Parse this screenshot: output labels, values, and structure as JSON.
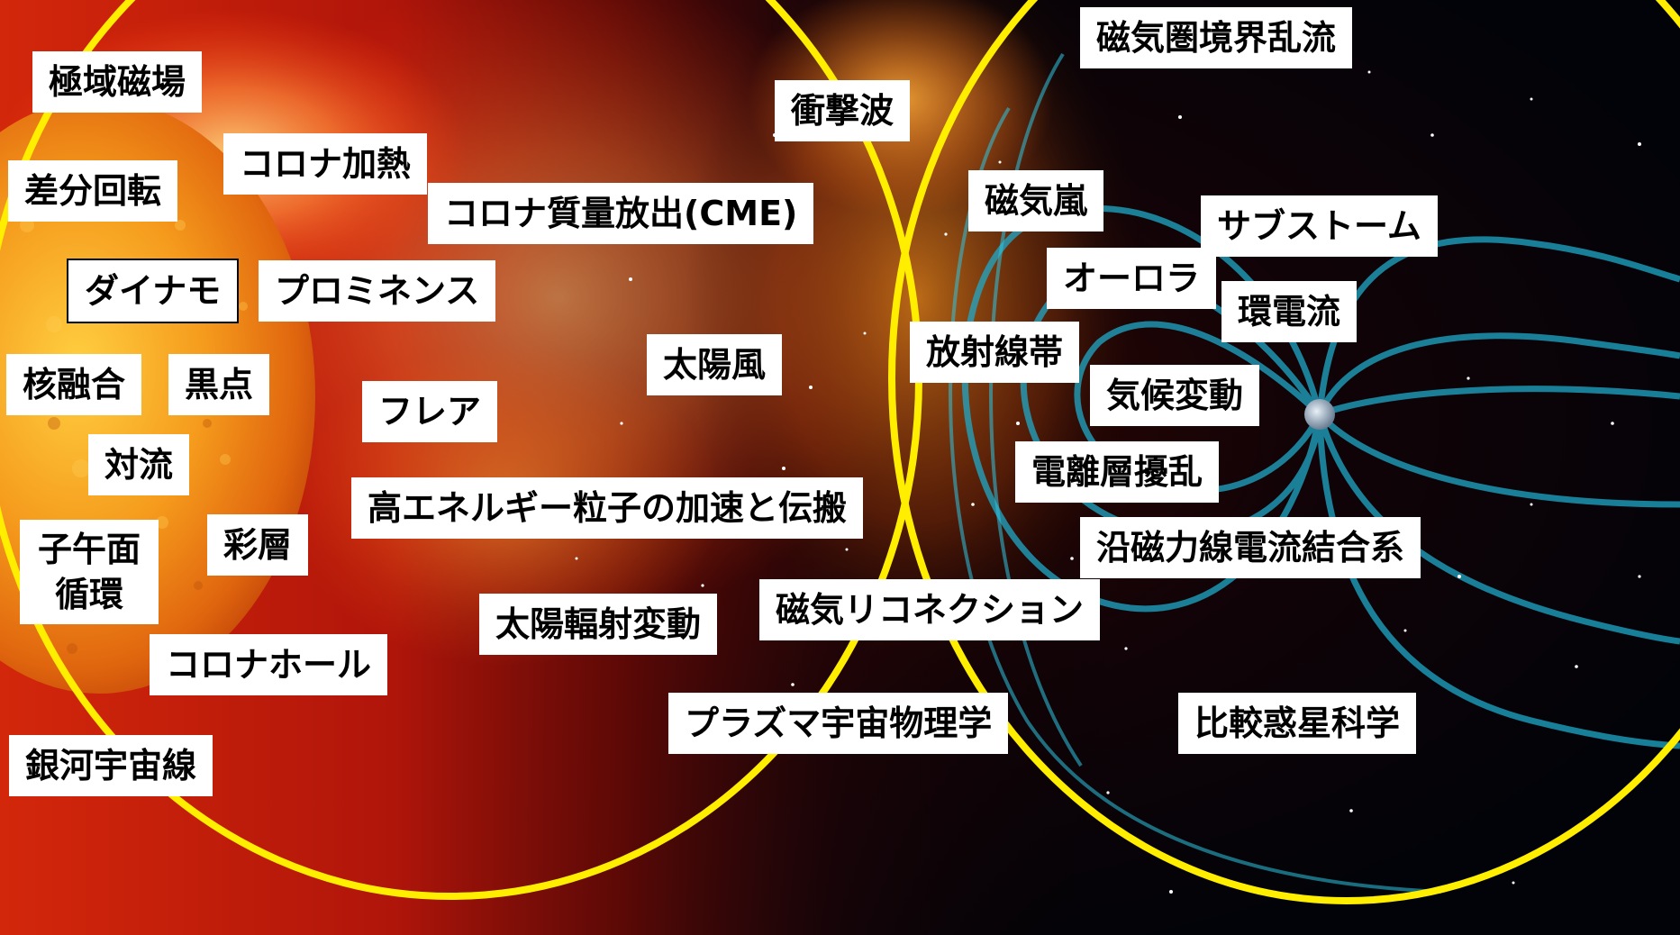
{
  "colors": {
    "sun_core": "#ffb020",
    "sun_edge": "#e85a10",
    "corona_red": "#c81a0a",
    "space": "#03040a",
    "magnetosphere": "#1fa9c8",
    "ring": "#ffee00",
    "label_bg": "#ffffff",
    "label_text": "#000000"
  },
  "labels": {
    "polar_field": "極域磁場",
    "differential_rotation": "差分回転",
    "coronal_heating": "コロナ加熱",
    "cme": "コロナ質量放出(CME)",
    "dynamo": "ダイナモ",
    "prominence": "プロミネンス",
    "nuclear_fusion": "核融合",
    "sunspot": "黒点",
    "flare": "フレア",
    "convection": "対流",
    "high_energy_particles": "高エネルギー粒子の加速と伝搬",
    "meridional_line1": "子午面",
    "meridional_line2": "循環",
    "chromosphere": "彩層",
    "solar_irradiance": "太陽輻射変動",
    "coronal_hole": "コロナホール",
    "cosmic_rays": "銀河宇宙線",
    "shock_wave": "衝撃波",
    "solar_wind": "太陽風",
    "magnetic_reconnection": "磁気リコネクション",
    "plasma_physics": "プラズマ宇宙物理学",
    "magnetopause_turbulence": "磁気圏境界乱流",
    "magnetic_storm": "磁気嵐",
    "substorm": "サブストーム",
    "aurora": "オーロラ",
    "ring_current": "環電流",
    "radiation_belt": "放射線帯",
    "climate_change": "気候変動",
    "ionospheric_disturbance": "電離層擾乱",
    "field_aligned_current": "沿磁力線電流結合系",
    "comparative_planetology": "比較惑星科学"
  }
}
